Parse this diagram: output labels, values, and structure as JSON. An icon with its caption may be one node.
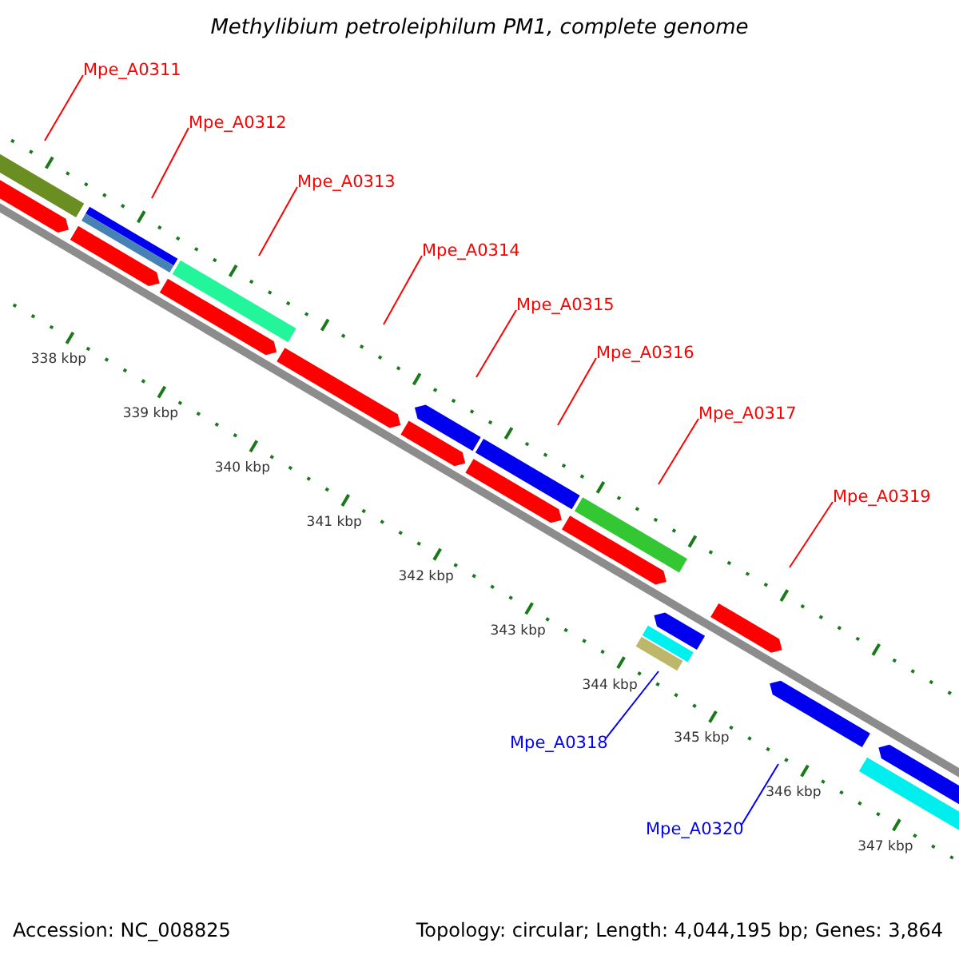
{
  "diagram": {
    "title": "Methylibium petroleiphilum PM1, complete genome",
    "nodes": [
      {
        "text": [
          "Mpe_A0311"
        ]
      },
      {
        "text": [
          "Mpe_A0312"
        ]
      },
      {
        "text": [
          "Mpe_A0313"
        ]
      },
      {
        "text": [
          "Mpe_A0314"
        ]
      },
      {
        "text": [
          "Mpe_A0315"
        ]
      },
      {
        "text": [
          "Mpe_A0316"
        ]
      },
      {
        "text": [
          "Mpe_A0317"
        ]
      },
      {
        "text": [
          "Mpe_A0319"
        ]
      },
      {
        "text": [
          "Mpe_A0318"
        ]
      },
      {
        "text": [
          "Mpe_A0320"
        ]
      }
    ],
    "edges": [
      {
        "from": 0,
        "to": null,
        "arrow": "none"
      },
      {
        "from": 1,
        "to": null,
        "arrow": "none"
      },
      {
        "from": 2,
        "to": null,
        "arrow": "none"
      },
      {
        "from": 3,
        "to": null,
        "arrow": "none"
      },
      {
        "from": 4,
        "to": null,
        "arrow": "none"
      },
      {
        "from": 5,
        "to": null,
        "arrow": "none"
      },
      {
        "from": 6,
        "to": null,
        "arrow": "none"
      },
      {
        "from": 7,
        "to": null,
        "arrow": "none"
      },
      {
        "from": 8,
        "to": null,
        "arrow": "none",
        "color": "#0000ff"
      },
      {
        "from": 9,
        "to": null,
        "arrow": "none",
        "color": "#0000ff"
      }
    ],
    "labels": [
      "338 kbp",
      "339 kbp",
      "340 kbp",
      "341 kbp",
      "342 kbp",
      "343 kbp",
      "344 kbp",
      "345 kbp",
      "346 kbp",
      "347 kbp",
      "Accession: NC_008825",
      "Topology: circular; Length: 4,044,195 bp; Genes: 3,864"
    ]
  }
}
